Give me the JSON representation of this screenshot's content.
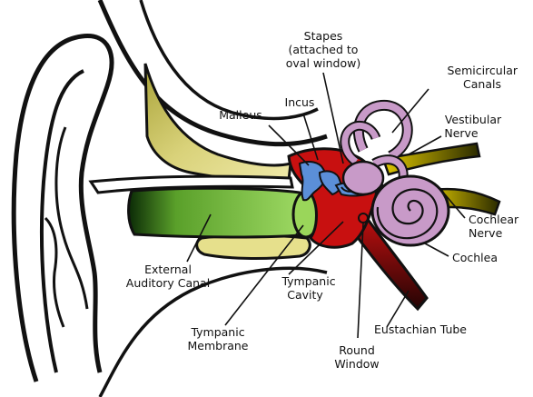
{
  "labels": {
    "stapes": [
      "Stapes",
      "(attached to",
      "oval window)"
    ],
    "incus": "Incus",
    "malleus": "Malleus",
    "semicircular_canals": [
      "Semicircular",
      "Canals"
    ],
    "vestibular_nerve": [
      "Vestibular",
      "Nerve"
    ],
    "cochlear_nerve": [
      "Cochlear",
      "Nerve"
    ],
    "cochlea": "Cochlea",
    "external_auditory_canal": [
      "External",
      "Auditory Canal"
    ],
    "tympanic_cavity": [
      "Tympanic",
      "Cavity"
    ],
    "tympanic_membrane": [
      "Tympanic",
      "Membrane"
    ],
    "eustachian_tube": "Eustachian Tube",
    "round_window": [
      "Round",
      "Window"
    ]
  },
  "colors": {
    "canal_green": "#8fd14f",
    "cartilage_yellow": "#dcd67a",
    "bone_yellow": "#c9c24f",
    "cavity_red": "#c81010",
    "ossicle_blue": "#5b8fd8",
    "inner_ear_purple": "#c89ac8",
    "nerve_yellow": "#c8b400",
    "tube_dark": "#3a0a0a"
  }
}
